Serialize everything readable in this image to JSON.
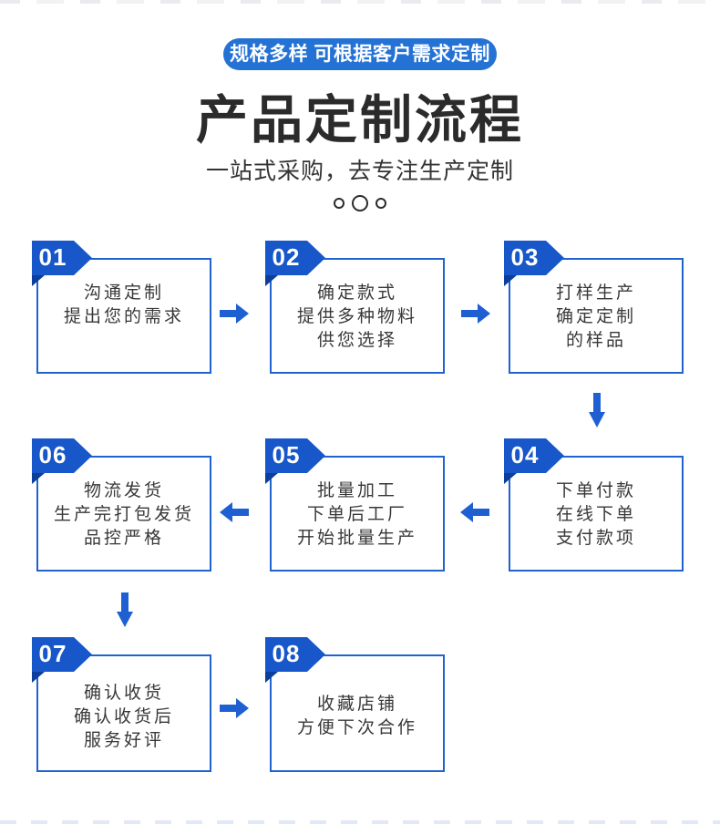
{
  "header": {
    "pill_label": "规格多样 可根据客户需求定制",
    "title": "产品定制流程",
    "subtitle": "一站式采购，去专注生产定制"
  },
  "colors": {
    "pill_blue": "#2472D4",
    "badge_blue": "#1757C9",
    "fold_blue": "#0C3E9C",
    "border_blue": "#2063CF",
    "arrow_blue": "#1E60D2",
    "title_color": "#2B2B2B",
    "text_dark": "#333333"
  },
  "steps": [
    {
      "num": "01",
      "lines": [
        "沟通定制",
        "提出您的需求"
      ]
    },
    {
      "num": "02",
      "lines": [
        "确定款式",
        "提供多种物料",
        "供您选择"
      ]
    },
    {
      "num": "03",
      "lines": [
        "打样生产",
        "确定定制",
        "的样品"
      ]
    },
    {
      "num": "04",
      "lines": [
        "下单付款",
        "在线下单",
        "支付款项"
      ]
    },
    {
      "num": "05",
      "lines": [
        "批量加工",
        "下单后工厂",
        "开始批量生产"
      ]
    },
    {
      "num": "06",
      "lines": [
        "物流发货",
        "生产完打包发货",
        "品控严格"
      ]
    },
    {
      "num": "07",
      "lines": [
        "确认收货",
        "确认收货后",
        "服务好评"
      ]
    },
    {
      "num": "08",
      "lines": [
        "收藏店铺",
        "方便下次合作"
      ]
    }
  ]
}
